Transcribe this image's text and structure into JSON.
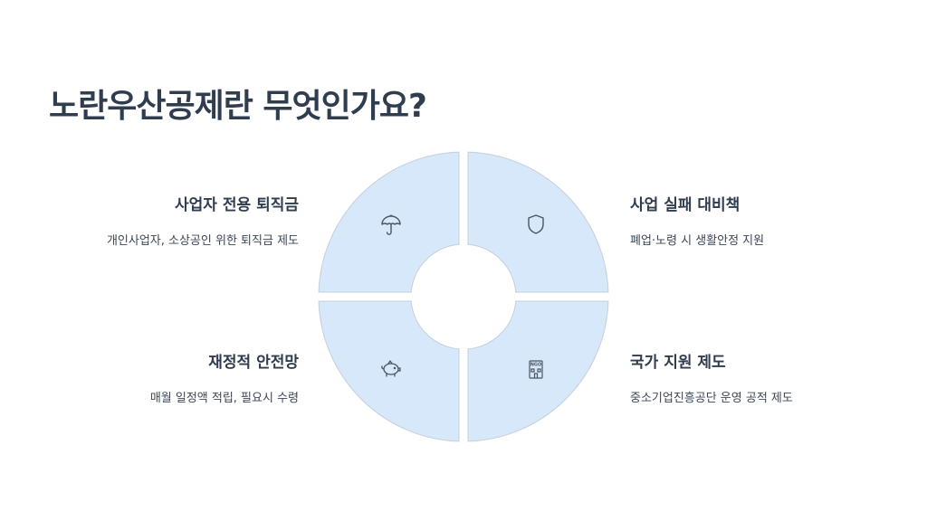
{
  "title": "노란우산공제란 무엇인가요?",
  "colors": {
    "segment_fill": "#d6e8f9",
    "segment_stroke": "#c4cfdb",
    "title_text": "#2f3d4f",
    "icon_stroke": "#4a5563"
  },
  "segments": [
    {
      "position": "top-left",
      "heading": "사업자 전용 퇴직금",
      "description": "개인사업자, 소상공인 위한 퇴직금 제도",
      "icon": "umbrella-icon"
    },
    {
      "position": "top-right",
      "heading": "사업 실패 대비책",
      "description": "폐업·노령 시 생활안정 지원",
      "icon": "shield-icon"
    },
    {
      "position": "bottom-left",
      "heading": "재정적 안전망",
      "description": "매월 일정액 적립, 필요시 수령",
      "icon": "piggy-bank-icon"
    },
    {
      "position": "bottom-right",
      "heading": "국가 지원 제도",
      "description": "중소기업진흥공단 운영 공적 제도",
      "icon": "ngo-building-icon",
      "icon_text": "NGO"
    }
  ]
}
